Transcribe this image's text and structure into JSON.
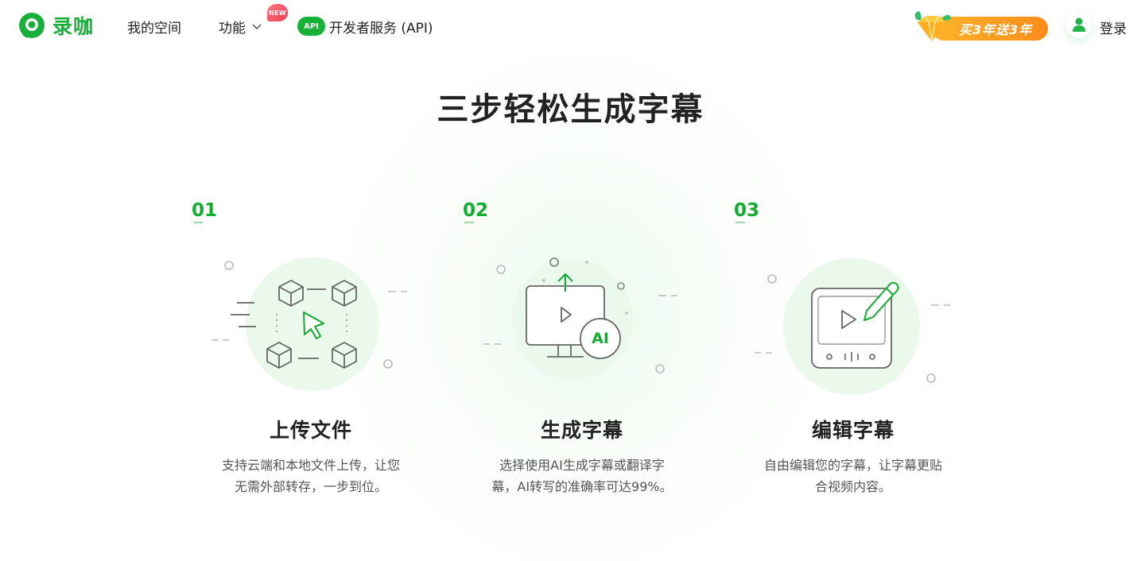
{
  "brand": {
    "name": "录咖",
    "color": "#19b03a"
  },
  "nav": {
    "my_space": "我的空间",
    "features": "功能",
    "new_badge": "NEW",
    "api_pill": "API",
    "developer": "开发者服务 (API)"
  },
  "promo": {
    "text": "买3年送3年"
  },
  "user": {
    "login": "登录"
  },
  "page_title": "三步轻松生成字幕",
  "steps": [
    {
      "num": "01",
      "title": "上传文件",
      "desc_line1": "支持云端和本地文件上传，让您",
      "desc_line2": "无需外部转存，一步到位。",
      "icon": "upload-cubes-cursor-icon"
    },
    {
      "num": "02",
      "title": "生成字幕",
      "desc_line1": "选择使用AI生成字幕或翻译字",
      "desc_line2": "幕，AI转写的准确率可达99%。",
      "ai_badge": "AI",
      "icon": "ai-monitor-icon"
    },
    {
      "num": "03",
      "title": "编辑字幕",
      "desc_line1": "自由编辑您的字幕，让字幕更贴",
      "desc_line2": "合视频内容。",
      "icon": "video-edit-pencil-icon"
    }
  ],
  "colors": {
    "accent": "#11ad2f",
    "circle_bg": "#ebf8ec",
    "icon_gray": "#666666",
    "promo_orange": "#ff9a1f"
  }
}
